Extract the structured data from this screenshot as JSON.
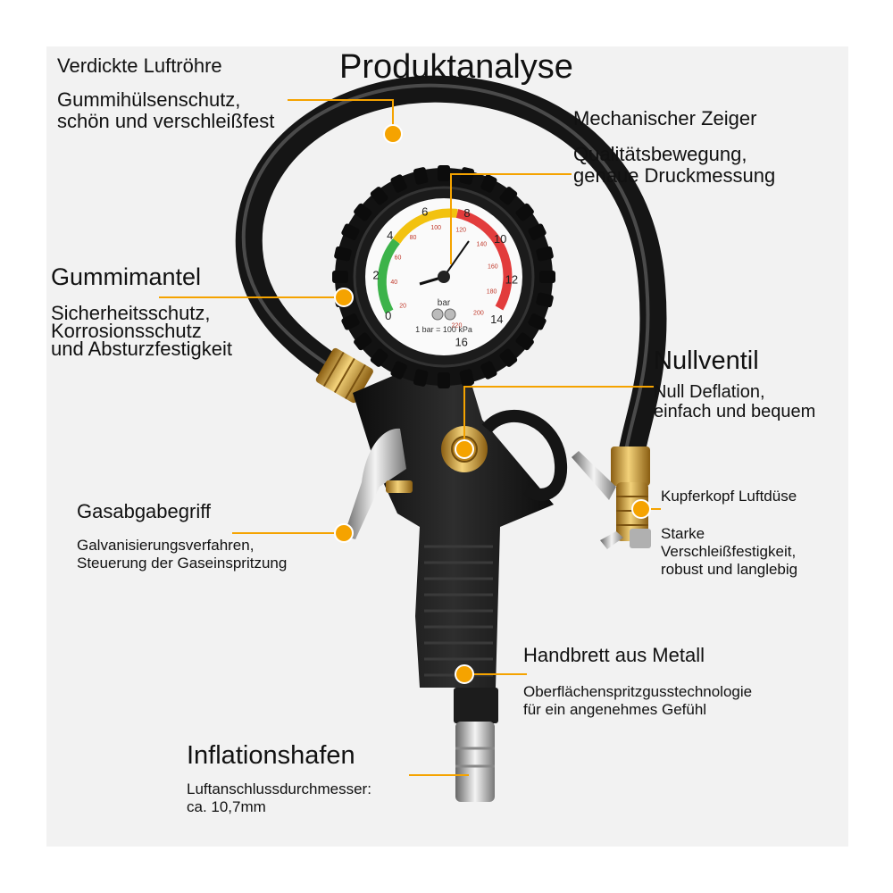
{
  "title": "Produktanalyse",
  "gauge": {
    "outer_ticks": [
      "0",
      "2",
      "4",
      "6",
      "8",
      "10",
      "12",
      "14",
      "16"
    ],
    "inner_ticks": [
      "20",
      "40",
      "60",
      "80",
      "100",
      "120",
      "140",
      "160",
      "180",
      "200",
      "220"
    ],
    "unit": "bar",
    "caption": "1 bar = 100 kPa"
  },
  "callouts": {
    "hose": {
      "heading": "Verdickte Luftröhre",
      "detail": "Gummihülsenschutz,\nschön und verschleißfest"
    },
    "pointer": {
      "heading": "Mechanischer Zeiger",
      "detail": "Qualitätsbewegung,\ngenaue Druckmessung"
    },
    "rubber": {
      "heading": "Gummimantel",
      "detail": "Sicherheitsschutz,\nKorrosionsschutz\nund Absturzfestigkeit"
    },
    "valve": {
      "heading": "Nullventil",
      "detail": "Null Deflation,\neinfach und bequem"
    },
    "nozzle": {
      "heading": "Kupferkopf Luftdüse",
      "detail": "Starke\nVerschleißfestigkeit,\nrobust und langlebig"
    },
    "trigger": {
      "heading": "Gasabgabegriff",
      "detail": "Galvanisierungsverfahren,\nSteuerung der Gaseinspritzung"
    },
    "handle": {
      "heading": "Handbrett aus Metall",
      "detail": "Oberflächenspritzgusstechnologie\nfür ein angenehmes Gefühl"
    },
    "port": {
      "heading": "Inflationshafen",
      "detail": "Luftanschlussdurchmesser:\n ca. 10,7mm"
    }
  },
  "colors": {
    "accent": "#f5a300",
    "background": "#f2f2f2",
    "body": "#1a1a1a",
    "brass": "#c8962e"
  }
}
